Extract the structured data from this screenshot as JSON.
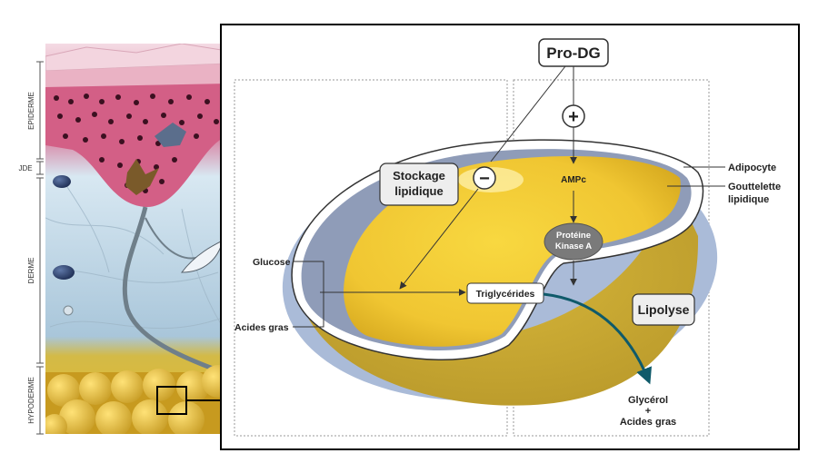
{
  "skin_layers": {
    "epiderme": "EPIDERME",
    "jde": "JDE",
    "derme": "DERME",
    "hypoderme": "HYPODERME"
  },
  "diagram": {
    "pro_dg": "Pro-DG",
    "plus_symbol": "+",
    "minus_symbol": "−",
    "stockage_line1": "Stockage",
    "stockage_line2": "lipidique",
    "ampc": "AMPc",
    "kinase_line1": "Protéine",
    "kinase_line2": "Kinase A",
    "glucose": "Glucose",
    "acides_gras": "Acides gras",
    "triglycerides": "Triglycérides",
    "lipolyse": "Lipolyse",
    "adipocyte": "Adipocyte",
    "gouttelette_line1": "Gouttelette",
    "gouttelette_line2": "lipidique",
    "glycerol": "Glycérol",
    "plus_join": "+",
    "acides_gras_out": "Acides gras"
  },
  "colors": {
    "epidermis_pink": "#e58aa6",
    "dermis_blue": "#c9dcea",
    "fat_yellow": "#f3c93a",
    "cell_blue": "#a9bcdc",
    "arrow_teal": "#0f5a6a",
    "kinase_gray": "#7a7a7a"
  }
}
